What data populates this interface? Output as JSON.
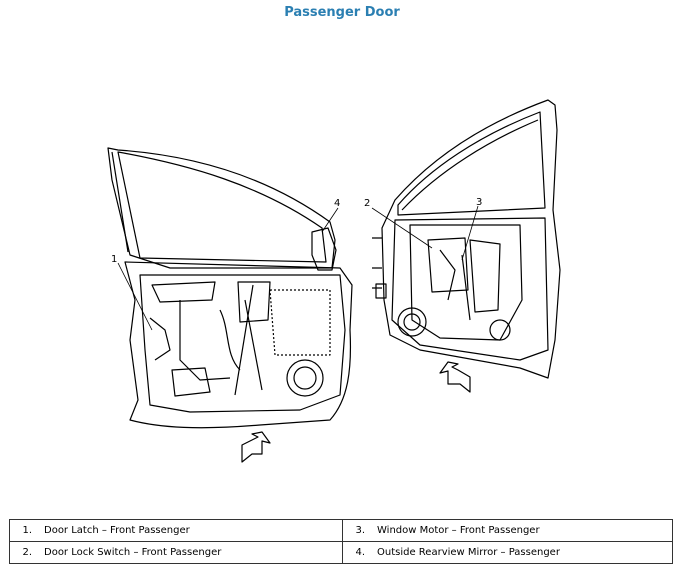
{
  "title": "Passenger Door",
  "callouts": [
    "1",
    "2",
    "3",
    "4"
  ],
  "legend": [
    {
      "num": "1.",
      "label": "Door Latch – Front Passenger"
    },
    {
      "num": "3.",
      "label": "Window Motor – Front Passenger"
    },
    {
      "num": "2.",
      "label": "Door Lock Switch – Front Passenger"
    },
    {
      "num": "4.",
      "label": "Outside Rearview Mirror – Passenger"
    }
  ]
}
